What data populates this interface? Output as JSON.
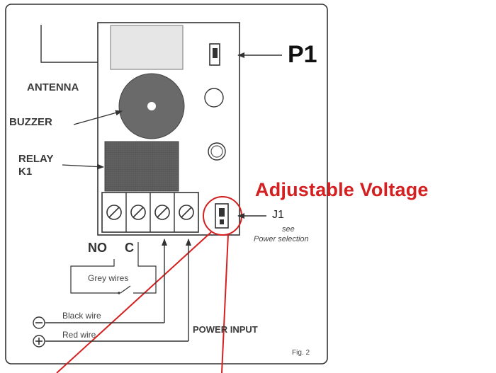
{
  "labels": {
    "antenna": "ANTENNA",
    "buzzer": "BUZZER",
    "relay_line1": "RELAY",
    "relay_line2": "K1",
    "p1": "P1",
    "adjustable_voltage": "Adjustable Voltage",
    "j1": "J1",
    "see": "see",
    "power_selection": "Power selection",
    "no": "NO",
    "c": "C",
    "grey_wires": "Grey wires",
    "black_wire": "Black wire",
    "red_wire": "Red wire",
    "power_input": "POWER INPUT",
    "figure": "Fig. 2"
  },
  "symbols": {
    "minus": "−",
    "plus": "+"
  },
  "colors": {
    "annotation": "#d42020",
    "line": "#333333",
    "relay_fill": "#555555",
    "buzzer_fill": "#6a6a6a"
  }
}
